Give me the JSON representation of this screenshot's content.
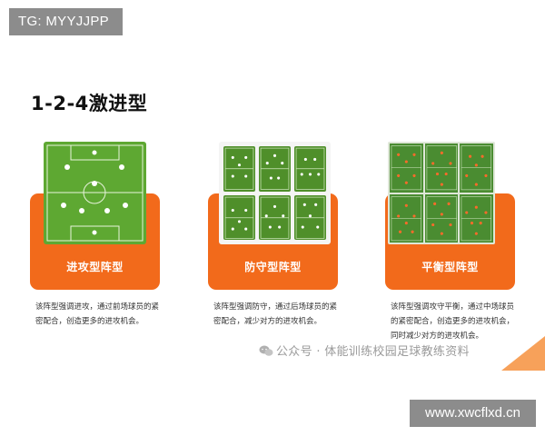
{
  "tags": {
    "top": "TG: MYYJJPP",
    "bottom": "www.xwcflxd.cn"
  },
  "page": {
    "title": "1-2-4激进型"
  },
  "cards": [
    {
      "label": "进攻型阵型",
      "description": "该阵型强调进攻，通过前场球员的紧密配合，创造更多的进攻机会。",
      "image": "football-pitch-formation"
    },
    {
      "label": "防守型阵型",
      "description": "该阵型强调防守，通过后场球员的紧密配合，减少对方的进攻机会。",
      "image": "six-mini-pitches"
    },
    {
      "label": "平衡型阵型",
      "description": "该阵型强调攻守平衡，通过中场球员的紧密配合，创造更多的进攻机会，同时减少对方的进攻机会。",
      "image": "six-pitch-diagrams"
    }
  ],
  "watermark": {
    "text": "公众号 · 体能训练校园足球教练资料",
    "icon": "wechat-icon"
  },
  "colors": {
    "accent": "#f26a1b",
    "pitch": "#5ea832",
    "tag_bg": "#8c8c8c"
  }
}
